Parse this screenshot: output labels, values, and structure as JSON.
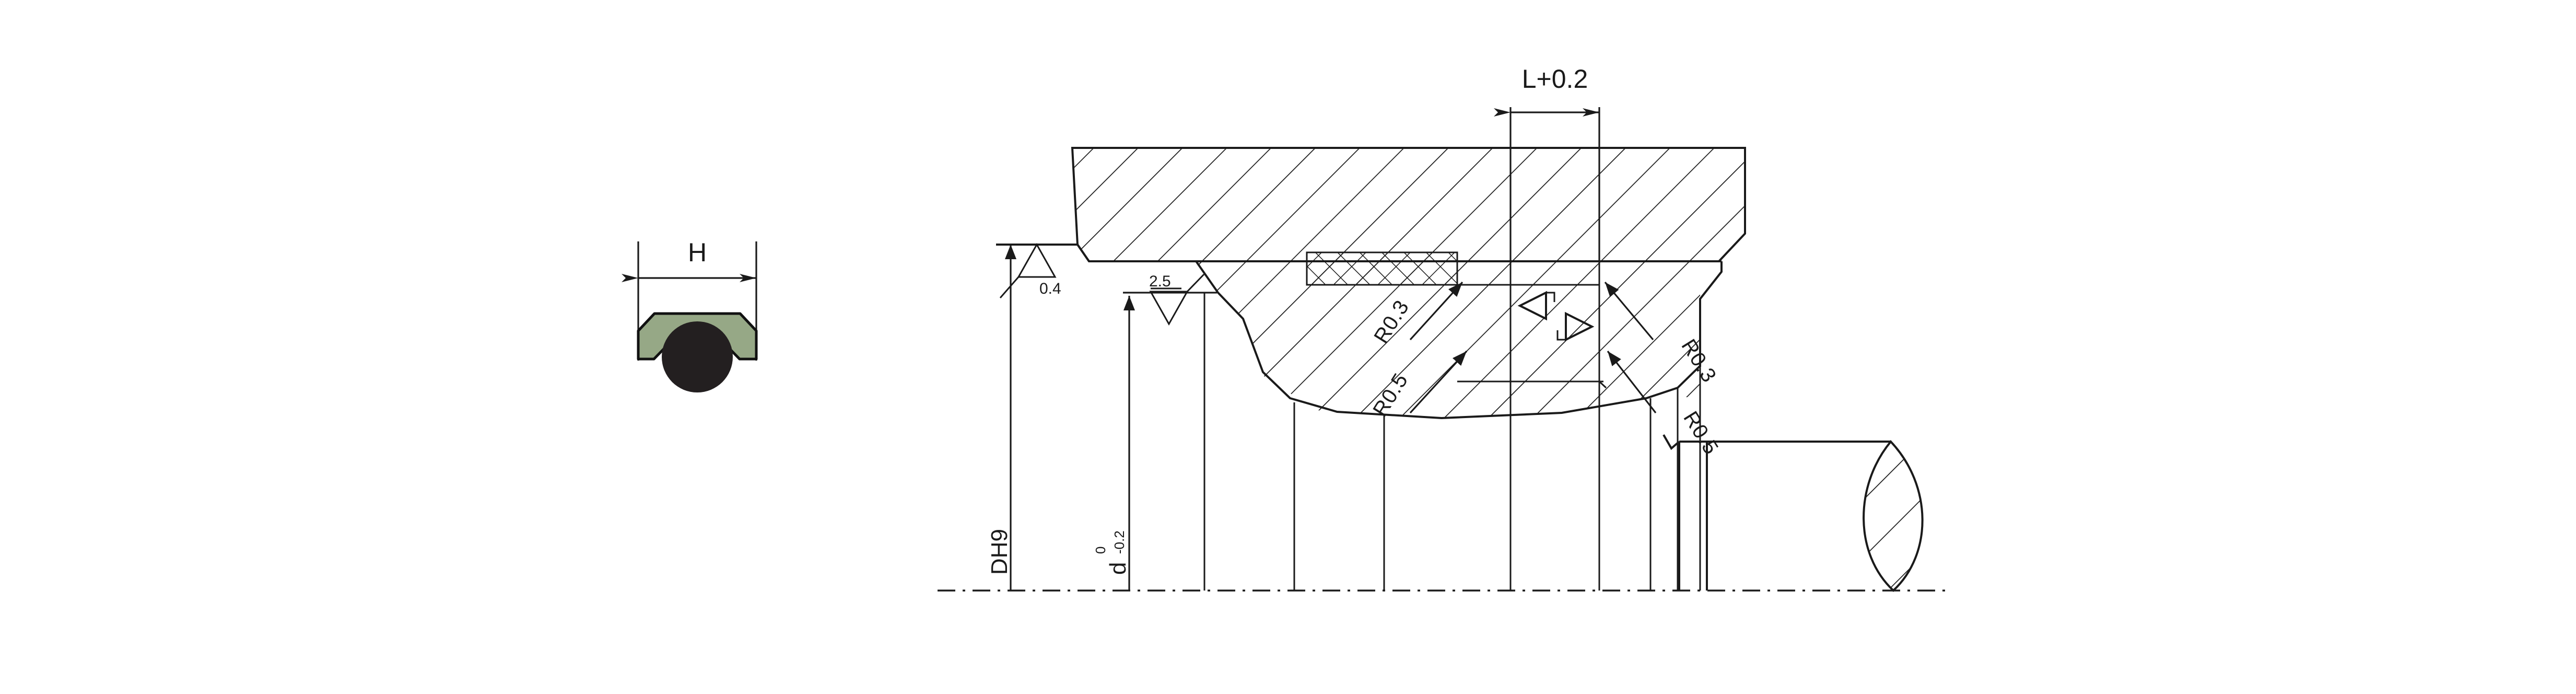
{
  "drawing": {
    "title": "Seal groove installation cross-section drawing",
    "background_color": "#ffffff",
    "line_color": "#1a1a1a",
    "seal_color": "#96a886",
    "oring_color": "#231f20"
  },
  "left_view": {
    "name": "seal-profile-section",
    "dimension_label": "H"
  },
  "main_view": {
    "name": "groove-assembly-section",
    "top_dimension": {
      "label": "L+0.2"
    },
    "vertical_dimensions": [
      {
        "label": "DH9"
      },
      {
        "label": "d",
        "tolerance_upper": "0",
        "tolerance_lower": "-0.2"
      }
    ],
    "radius_callouts": [
      {
        "label": "R0.3"
      },
      {
        "label": "R0.5"
      },
      {
        "label": "R0.3"
      },
      {
        "label": "R0.5"
      }
    ],
    "surface_finish": [
      {
        "label": "0.4"
      },
      {
        "label": "2.5"
      }
    ]
  }
}
